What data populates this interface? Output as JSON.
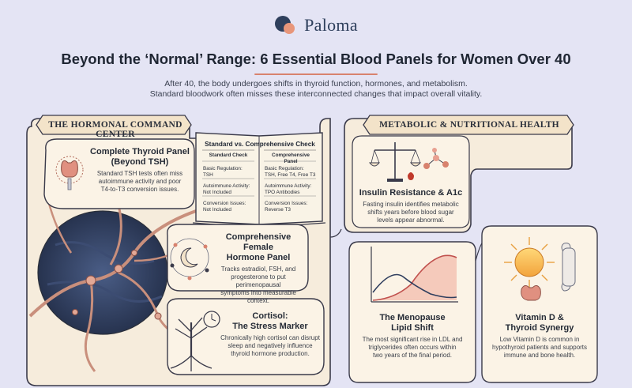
{
  "brand": {
    "name": "Paloma",
    "logo_colors": [
      "#2e3f5c",
      "#e8967a"
    ]
  },
  "header": {
    "title": "Beyond the ‘Normal’ Range: 6 Essential Blood Panels for Women Over 40",
    "subtitle_lines": [
      "After 40, the body undergoes shifts in thyroid function, hormones, and metabolism.",
      "Standard bloodwork often misses these interconnected changes that impact overall vitality."
    ]
  },
  "sections": {
    "hormonal": "THE HORMONAL COMMAND CENTER",
    "metabolic": "METABOLIC & NUTRITIONAL HEALTH"
  },
  "comparison": {
    "title": "Standard vs. Comprehensive Check",
    "standard": {
      "header": "Standard Check",
      "rows": [
        [
          "Basic Regulation:",
          "TSH"
        ],
        [
          "Autoimmune Activity:",
          "Not Included"
        ],
        [
          "Conversion Issues:",
          "Not Included"
        ]
      ]
    },
    "comprehensive": {
      "header": "Comprehensive Panel",
      "rows": [
        [
          "Basic Regulation:",
          "TSH, Free T4, Free T3"
        ],
        [
          "Autoimmune Activity:",
          "TPO Antibodies"
        ],
        [
          "Conversion Issues:",
          "Reverse T3"
        ]
      ]
    }
  },
  "cards": {
    "thyroid": {
      "title_lines": [
        "Complete Thyroid Panel",
        "(Beyond TSH)"
      ],
      "text_lines": [
        "Standard TSH tests often miss",
        "autoimmune activity and poor",
        "T4-to-T3 conversion issues."
      ]
    },
    "hormone": {
      "title_lines": [
        "Comprehensive Female",
        "Hormone Panel"
      ],
      "text_lines": [
        "Tracks estradiol, FSH, and",
        "progesterone to put perimenopausal",
        "symptoms into measurable context."
      ]
    },
    "cortisol": {
      "title_lines": [
        "Cortisol:",
        "The Stress Marker"
      ],
      "text_lines": [
        "Chronically high cortisol can disrupt",
        "sleep and negatively influence",
        "thyroid hormone production."
      ]
    },
    "insulin": {
      "title_lines": [
        "Insulin Resistance & A1c"
      ],
      "text_lines": [
        "Fasting insulin identifies metabolic",
        "shifts years before blood sugar",
        "levels appear abnormal."
      ]
    },
    "lipid": {
      "title_lines": [
        "The Menopause",
        "Lipid Shift"
      ],
      "text_lines": [
        "The most significant rise in LDL and",
        "triglycerides often occurs within",
        "two years of the final period."
      ]
    },
    "vitamind": {
      "title_lines": [
        "Vitamin D &",
        "Thyroid Synergy"
      ],
      "text_lines": [
        "Low Vitamin D is common in",
        "hypothyroid patients and supports",
        "immune and bone health."
      ]
    }
  },
  "palette": {
    "background": "#e4e4f4",
    "parchment": "#f6ecdc",
    "outline": "#3a3a4a",
    "vein": "#c98f7c",
    "dark_blue": "#2f3e5e",
    "accent": "#d8826e"
  }
}
